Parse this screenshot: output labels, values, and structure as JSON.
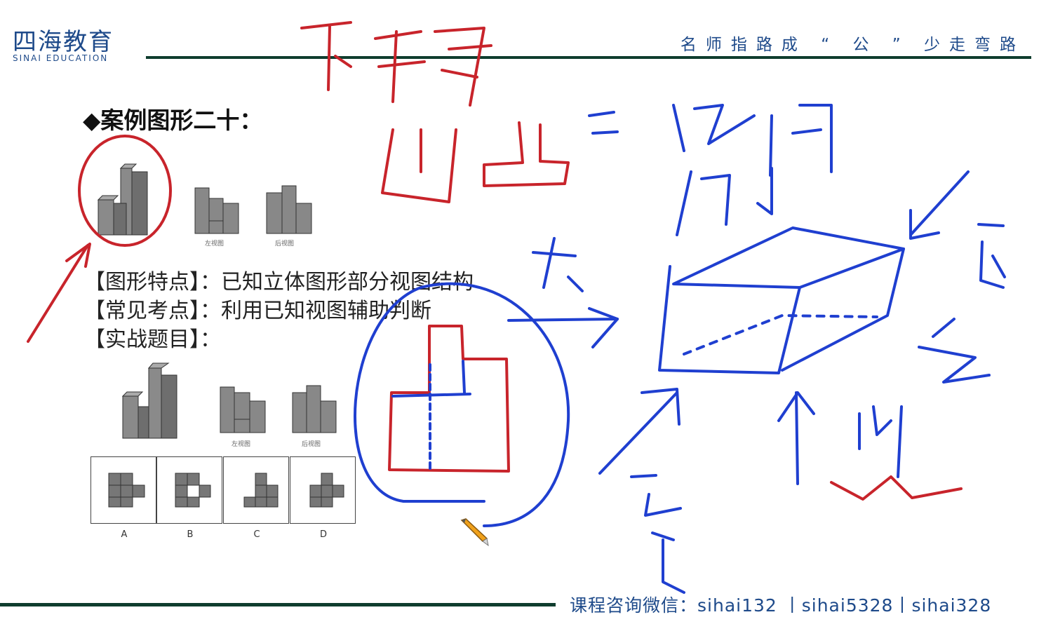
{
  "header": {
    "logo_cn": "四海教育",
    "logo_en": "SINAI EDUCATION",
    "slogan": "名师指路成 “ 公 ” 少走弯路"
  },
  "slide": {
    "case_title": "◆案例图形二十：",
    "features": [
      "【图形特点】：已知立体图形部分视图结构",
      "【常见考点】：利用已知视图辅助判断",
      "【实战题目】："
    ],
    "example_view_labels": [
      "左视图",
      "后视图"
    ],
    "question_view_labels": [
      "左视图",
      "后视图"
    ],
    "option_labels": [
      "A",
      "B",
      "C",
      "D"
    ]
  },
  "footer": {
    "contact": "课程咨询微信：sihai132 丨sihai5328丨sihai328"
  },
  "colors": {
    "brand_blue": "#1e4a8a",
    "rule_green": "#0f3d2e",
    "ink_red": "#c8242b",
    "ink_blue": "#1f3fd0"
  },
  "icons": [
    "pencil-cursor-icon"
  ]
}
